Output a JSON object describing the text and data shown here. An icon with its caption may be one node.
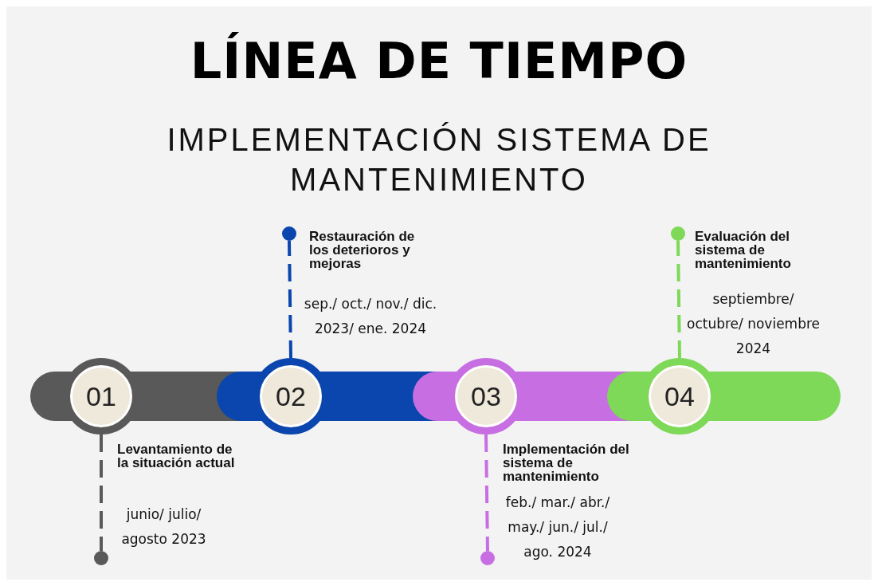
{
  "diagram": {
    "title": "LÍNEA DE TIEMPO",
    "nodes": [
      {
        "text": [
          "01"
        ],
        "beside": [
          "Levantamiento de la situación actual"
        ]
      },
      {
        "text": [
          "02"
        ],
        "beside": [
          "sep./ oct./ nov./ dic. 2023/ ene. 2024"
        ]
      },
      {
        "text": [
          "03"
        ],
        "beside": [
          "Implementación del sistema de mantenimiento"
        ]
      },
      {
        "text": [
          "04"
        ],
        "beside": [
          "septiembre/ octubre/ noviembre 2024"
        ]
      },
      {
        "text": [],
        "shape": "circle",
        "beside": [
          "junio/ julio/ agosto 2023"
        ]
      },
      {
        "text": [],
        "shape": "circle",
        "beside": [
          "Restauración de los deterioros y mejoras"
        ]
      },
      {
        "text": [],
        "shape": "circle",
        "beside": [
          "feb./ mar./ abr./ may./ jun./ jul./ ago. 2024"
        ]
      },
      {
        "text": [],
        "shape": "circle",
        "beside": [
          "Evaluación del sistema de mantenimiento"
        ]
      }
    ],
    "edges": [
      {
        "from": 0,
        "to": 4,
        "arrow": "none",
        "style": "dashed",
        "color": "#595959"
      },
      {
        "from": 1,
        "to": 5,
        "arrow": "none",
        "style": "dashed",
        "color": "#0a46ad"
      },
      {
        "from": 2,
        "to": 6,
        "arrow": "none",
        "style": "dashed",
        "color": "#c86ee3"
      },
      {
        "from": 3,
        "to": 7,
        "arrow": "none",
        "style": "dashed",
        "color": "#7dd957"
      }
    ],
    "labels": [
      "IMPLEMENTACIÓN SISTEMA DE MANTENIMIENTO"
    ]
  }
}
